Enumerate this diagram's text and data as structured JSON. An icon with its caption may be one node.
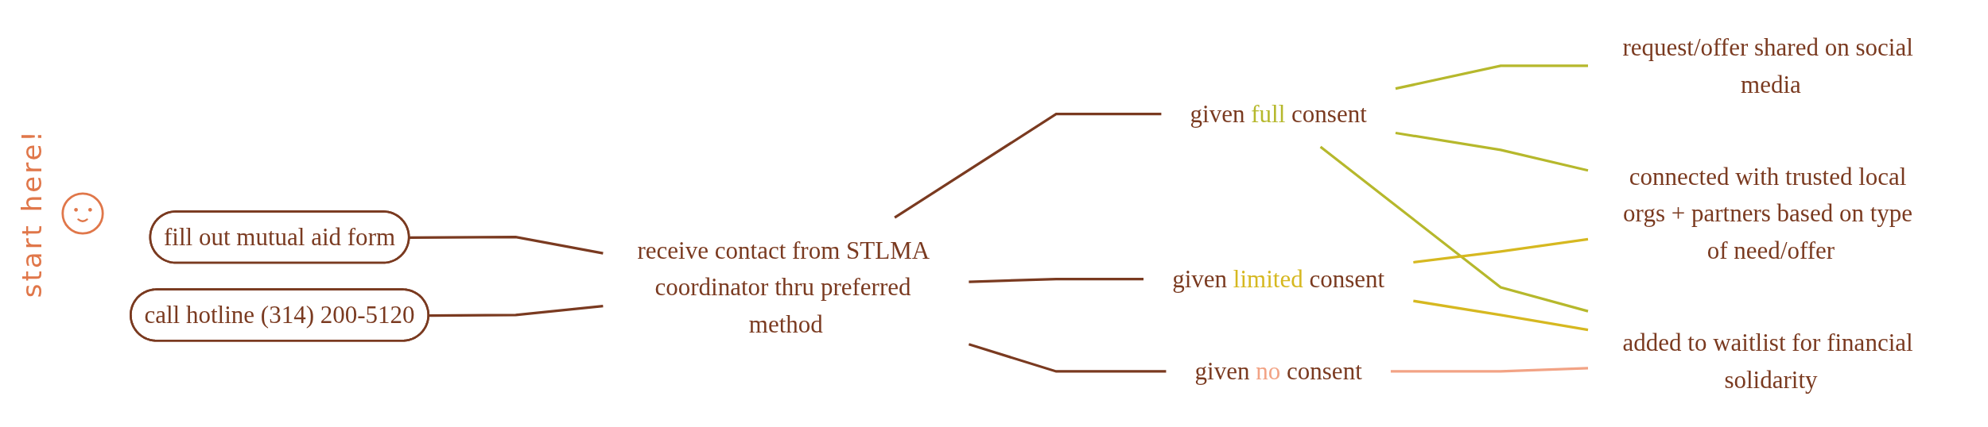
{
  "diagram": {
    "nodes": [
      {
        "text": [
          "fill out mutual aid form"
        ]
      },
      {
        "text": [
          "call hotline (314) 200-5120"
        ]
      },
      {
        "text": [
          "receive contact from STLMA coordinator thru preferred method"
        ]
      },
      {
        "text": [
          "given full consent"
        ]
      },
      {
        "text": [
          "given limited consent"
        ]
      },
      {
        "text": [
          "given no consent"
        ]
      },
      {
        "text": [
          "request/offer shared on social media"
        ]
      },
      {
        "text": [
          "connected with trusted local orgs + partners based on type of need/offer"
        ]
      },
      {
        "text": [
          "added to waitlist for financial solidarity"
        ]
      }
    ],
    "edges": [
      {
        "from": 0,
        "to": 2,
        "arrow": "none"
      },
      {
        "from": 1,
        "to": 2,
        "arrow": "none"
      },
      {
        "from": 2,
        "to": 3,
        "arrow": "none"
      },
      {
        "from": 2,
        "to": 4,
        "arrow": "none"
      },
      {
        "from": 2,
        "to": 5,
        "arrow": "none"
      },
      {
        "from": 3,
        "to": 6,
        "arrow": "none",
        "color": "#b6b82c"
      },
      {
        "from": 3,
        "to": 7,
        "arrow": "none",
        "color": "#b6b82c"
      },
      {
        "from": 3,
        "to": 8,
        "arrow": "none",
        "color": "#b6b82c"
      },
      {
        "from": 4,
        "to": 7,
        "arrow": "none",
        "color": "#d6b820"
      },
      {
        "from": 4,
        "to": 8,
        "arrow": "none",
        "color": "#d6b820"
      },
      {
        "from": 5,
        "to": 8,
        "arrow": "none",
        "color": "#f2a385"
      }
    ],
    "labels": [
      "start here!"
    ]
  }
}
